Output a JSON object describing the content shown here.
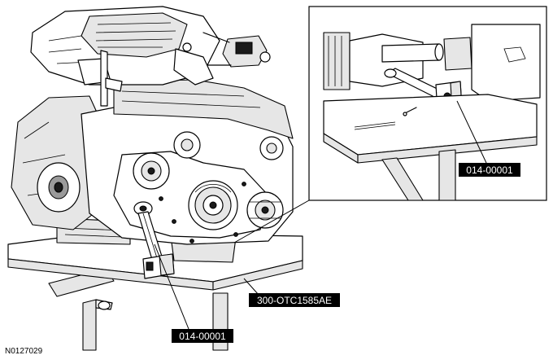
{
  "labels": {
    "tool_a_main": "014-00001",
    "tool_a_detail": "014-00001",
    "stand": "300-OTC1585AE"
  },
  "figure_id": "N0127029"
}
